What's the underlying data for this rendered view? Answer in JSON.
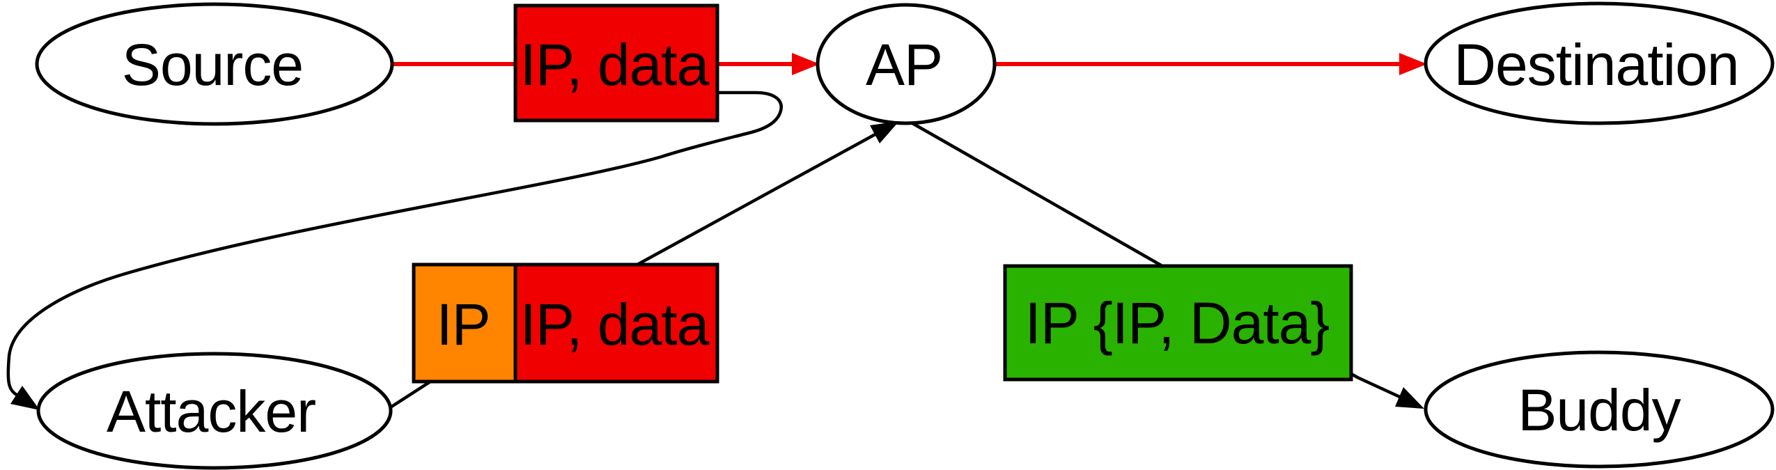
{
  "colors": {
    "flow_red": "#f00000",
    "packet_red": "#f00000",
    "packet_orange": "#ff8500",
    "packet_green": "#2ab200",
    "line_black": "#000000",
    "node_fill": "#ffffff",
    "node_stroke": "#000000"
  },
  "nodes": {
    "source": {
      "label": "Source"
    },
    "ap": {
      "label": "AP"
    },
    "destination": {
      "label": "Destination"
    },
    "attacker": {
      "label": "Attacker"
    },
    "buddy": {
      "label": "Buddy"
    }
  },
  "packets": {
    "original": {
      "label": "IP, data"
    },
    "spoofed_ip": {
      "label": "IP"
    },
    "replayed": {
      "label": "IP, data"
    },
    "tunneled": {
      "label": "IP {IP, Data}"
    }
  }
}
